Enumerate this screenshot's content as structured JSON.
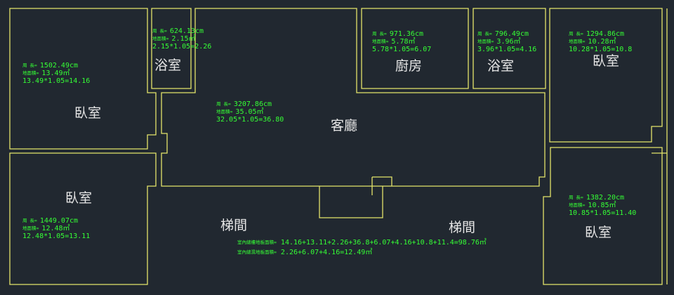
{
  "rooms": [
    {
      "id": "bedroom-nw",
      "name": "臥室",
      "perimeter": "1502.49cm",
      "area": "13.49㎡",
      "calc": "13.49*1.05=14.16"
    },
    {
      "id": "bath-w",
      "name": "浴室",
      "perimeter": "624.13cm",
      "area": "2.15㎡",
      "calc": "2.15*1.05=2.26"
    },
    {
      "id": "living",
      "name": "客廳",
      "perimeter": "3207.86cm",
      "area": "35.05㎡",
      "calc": "32.05*1.05=36.80"
    },
    {
      "id": "kitchen",
      "name": "廚房",
      "perimeter": "971.36cm",
      "area": "5.78㎡",
      "calc": "5.78*1.05=6.07"
    },
    {
      "id": "bath-e",
      "name": "浴室",
      "perimeter": "796.49cm",
      "area": "3.96㎡",
      "calc": "3.96*1.05=4.16"
    },
    {
      "id": "bedroom-ne",
      "name": "臥室",
      "perimeter": "1294.86cm",
      "area": "10.28㎡",
      "calc": "10.28*1.05=10.8"
    },
    {
      "id": "bedroom-sw",
      "name": "臥室",
      "perimeter": "1449.07cm",
      "area": "12.48㎡",
      "calc": "12.48*1.05=13.11"
    },
    {
      "id": "bedroom-se",
      "name": "臥室",
      "perimeter": "1382.20cm",
      "area": "10.85㎡",
      "calc": "10.85*1.05=11.40"
    }
  ],
  "stairs": [
    "梯間",
    "梯間"
  ],
  "labels": {
    "perimeter": "周  長=",
    "area": "地面積="
  },
  "summary": {
    "total_label": "室內總樓地板面積=",
    "total_value": "14.16+13.11+2.26+36.8+6.07+4.16+10.8+11.4=98.76㎡",
    "wet_label": "室內總濕地板面積=",
    "wet_value": "2.26+6.07+4.16=12.49㎡"
  },
  "colors": {
    "background": "#212830",
    "walls": "#e4e46a",
    "dimension_text": "#35ff35",
    "room_text": "#e6e6e6"
  }
}
